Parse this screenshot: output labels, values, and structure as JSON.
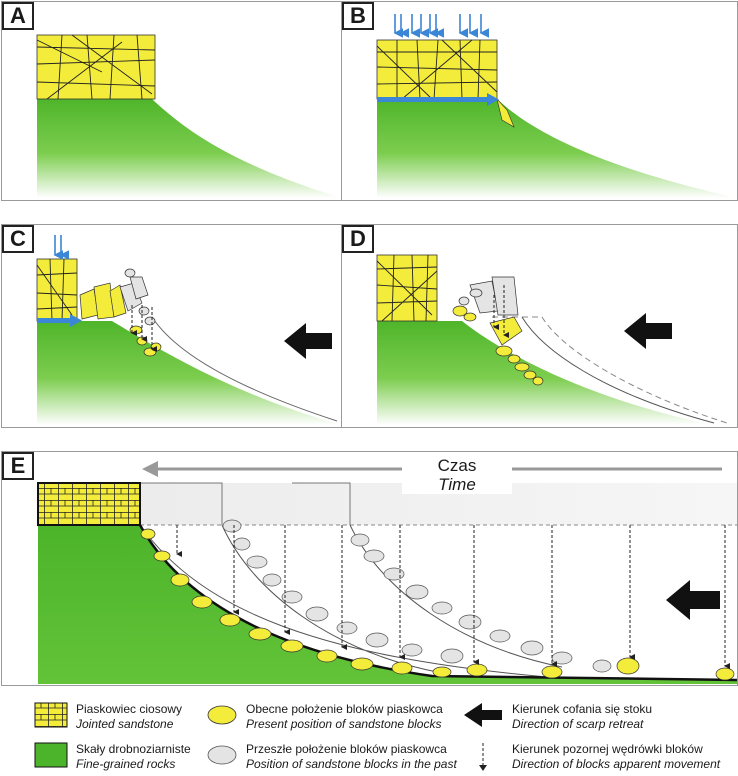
{
  "panels": {
    "a": "A",
    "b": "B",
    "c": "C",
    "d": "D",
    "e": "E"
  },
  "time": {
    "pl": "Czas",
    "en": "Time"
  },
  "legend": {
    "jointed": {
      "pl": "Piaskowiec ciosowy",
      "en": "Jointed sandstone"
    },
    "fine": {
      "pl": "Skały drobnoziarniste",
      "en": "Fine-grained rocks"
    },
    "present": {
      "pl": "Obecne położenie bloków piaskowca",
      "en": "Present position of sandstone blocks"
    },
    "past": {
      "pl": "Przeszłe położenie bloków piaskowca",
      "en": "Position of sandstone blocks in the past"
    },
    "retreat": {
      "pl": "Kierunek cofania się stoku",
      "en": "Direction of scarp retreat"
    },
    "movement": {
      "pl": "Kierunek pozornej wędrówki bloków",
      "en": "Direction of blocks apparent movement"
    }
  },
  "colors": {
    "sandstone": "#f3ec3a",
    "fine_rock": "#5fc233",
    "past_block": "#e4e4e4",
    "arrow_blue": "#3b86d6",
    "retreat_arrow": "#111111"
  },
  "icons": [
    "blue-down-arrow-icon",
    "blue-slide-arrow-icon",
    "retreat-arrow-icon",
    "movement-arrow-icon"
  ]
}
